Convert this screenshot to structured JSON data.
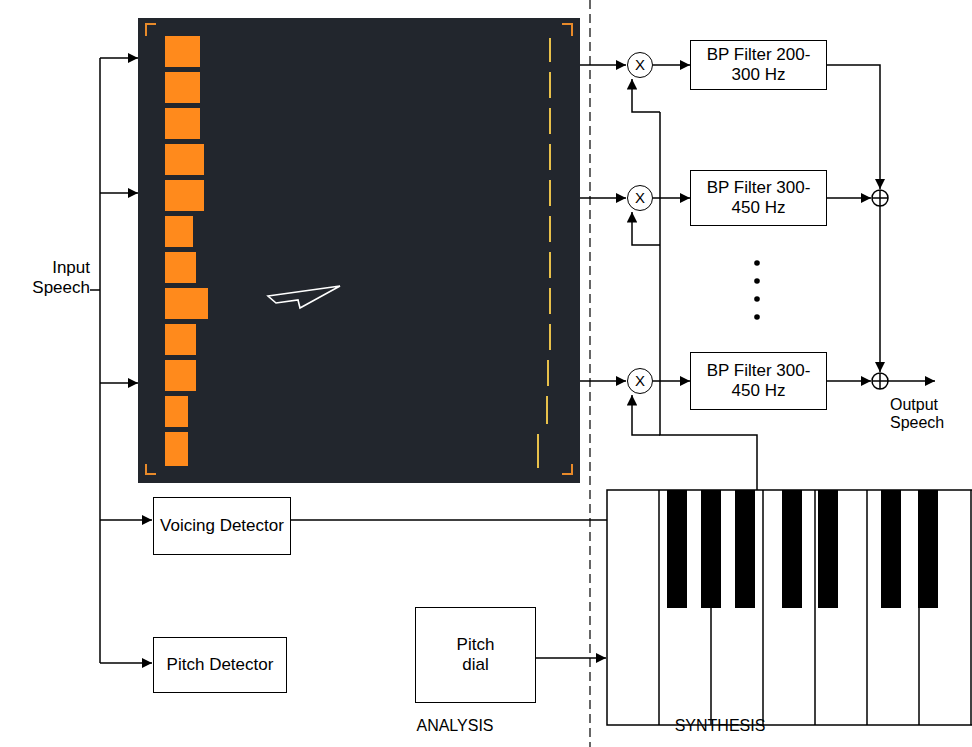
{
  "diagram": {
    "nodes": [
      {
        "text": [
          "X"
        ]
      },
      {
        "text": [
          "BP Filter 200-300 Hz"
        ]
      },
      {
        "text": [
          "X"
        ]
      },
      {
        "text": [
          "BP Filter 300-450 Hz"
        ]
      },
      {
        "text": [
          "X"
        ]
      },
      {
        "text": [
          "BP Filter 300-450 Hz"
        ]
      },
      {
        "text": [
          "Voicing Detector"
        ]
      },
      {
        "text": [
          "Pitch dial"
        ]
      },
      {
        "text": [
          "Pitch Detector"
        ]
      }
    ],
    "edges": [
      {
        "from": 0,
        "to": 1,
        "arrow": "to"
      },
      {
        "from": 2,
        "to": 3,
        "arrow": "to"
      },
      {
        "from": 4,
        "to": 5,
        "arrow": "to"
      }
    ],
    "labels": [
      "Input Speech",
      "Output Speech",
      "ANALYSIS",
      "SYNTHESIS"
    ]
  }
}
